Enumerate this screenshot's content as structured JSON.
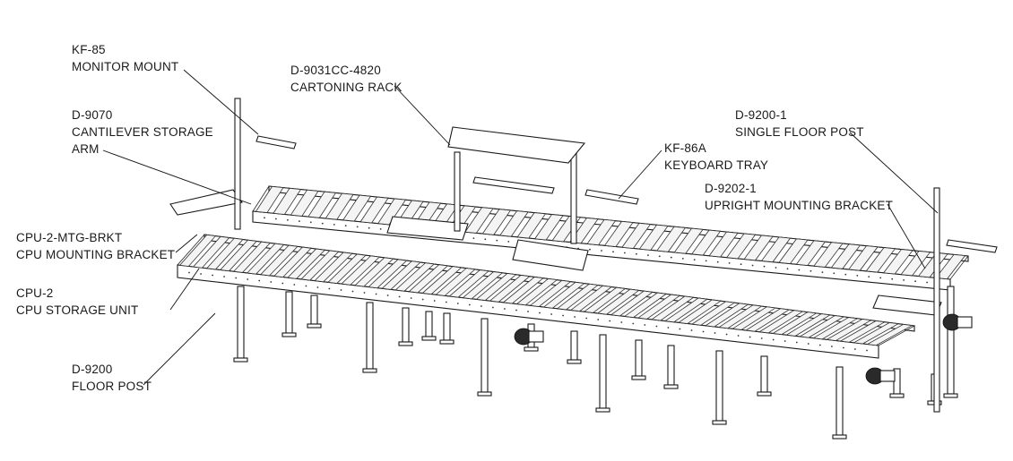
{
  "callouts": [
    {
      "part": "KF-85",
      "desc": "MONITOR MOUNT"
    },
    {
      "part": "D-9031CC-4820",
      "desc": "CARTONING RACK"
    },
    {
      "part": "D-9070",
      "desc": "CANTILEVER STORAGE",
      "desc2": "ARM"
    },
    {
      "part": "KF-86A",
      "desc": "KEYBOARD TRAY"
    },
    {
      "part": "D-9200-1",
      "desc": "SINGLE FLOOR POST"
    },
    {
      "part": "D-9202-1",
      "desc": "UPRIGHT MOUNTING BRACKET"
    },
    {
      "part": "CPU-2-MTG-BRKT",
      "desc": "CPU MOUNTING BRACKET"
    },
    {
      "part": "CPU-2",
      "desc": "CPU STORAGE UNIT"
    },
    {
      "part": "D-9200",
      "desc": "FLOOR POST"
    }
  ]
}
